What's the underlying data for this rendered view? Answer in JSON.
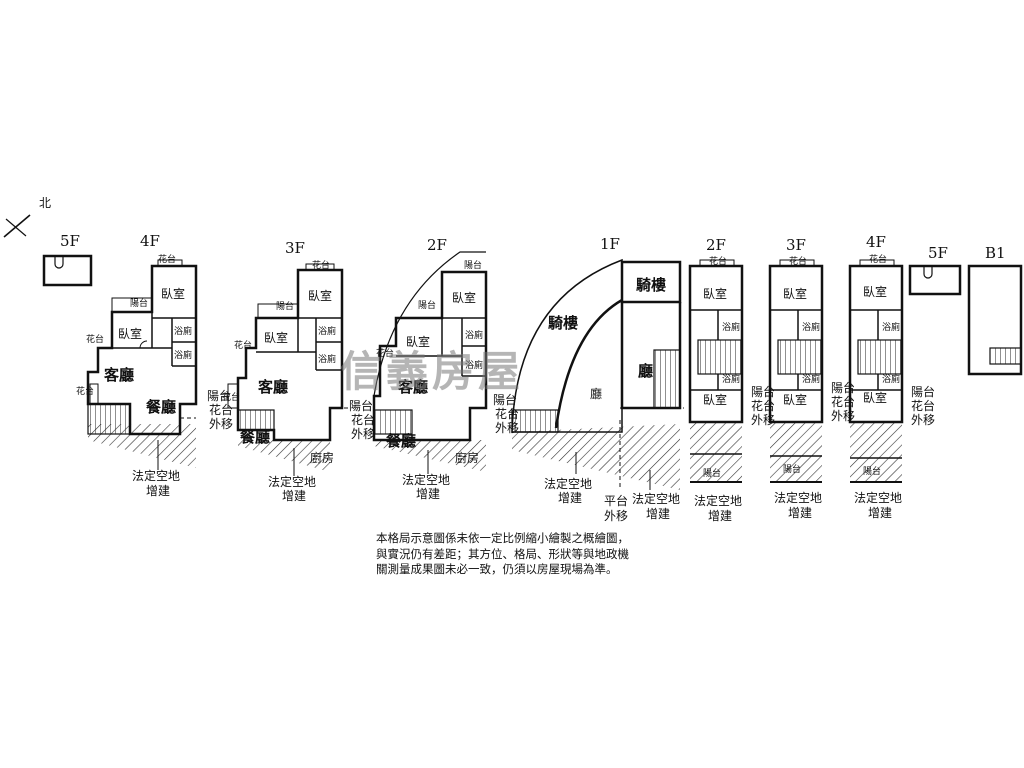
{
  "compass": {
    "north": "北"
  },
  "floors": {
    "u1_5f": "5F",
    "u1_4f": "4F",
    "u2_3f": "3F",
    "u3_2f": "2F",
    "u4_1f": "1F",
    "u5_2f": "2F",
    "u6_3f": "3F",
    "u7_4f": "4F",
    "u8_5f": "5F",
    "u9_b1": "B1"
  },
  "rooms": {
    "bedroom": "臥室",
    "balcony": "陽台",
    "planter": "花台",
    "bath": "浴廁",
    "living": "客廳",
    "dining": "餐廳",
    "kitchen": "廚房",
    "arcade": "騎樓",
    "hall": "廳"
  },
  "annotations": {
    "balcony_moved_l1": "陽台",
    "balcony_moved_l2": "外移",
    "legal_open_l1": "法定空地",
    "legal_open_l2": "增建",
    "platform_l1": "平台",
    "platform_l2": "外移"
  },
  "disclaimer": {
    "line1": "本格局示意圖係未依一定比例縮小繪製之概繪圖，",
    "line2": "與實況仍有差距；其方位、格局、形狀等與地政機",
    "line3": "關測量成果圖未必一致，仍須以房屋現場為準。"
  },
  "watermark": "信義房屋",
  "colors": {
    "line": "#111111",
    "hatch": "#333333",
    "watermark": "#888888"
  }
}
